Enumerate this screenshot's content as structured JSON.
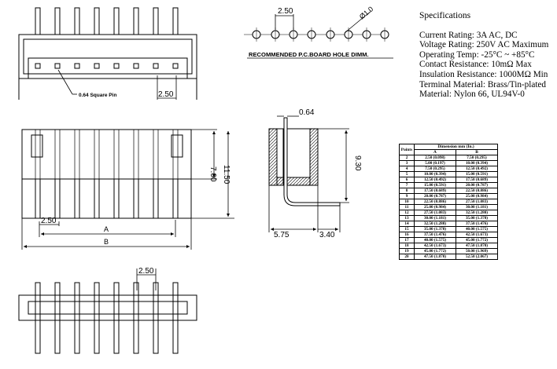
{
  "specifications": {
    "title": "Specifications",
    "lines": [
      "Current Rating: 3A AC, DC",
      "Voltage Rating: 250V AC Maximum",
      "Operating Temp: -25°C ~ +85°C",
      "Contact Resistance: 10mΩ Max",
      "Insulation Resistance: 1000MΩ  Min",
      "Terminal Material: Brass/Tin-plated",
      "Material: Nylon 66, UL94V-0"
    ]
  },
  "pcb": {
    "caption": "RECOMMENDED P.C.BOARD HOLE DIMM.",
    "pitch_label": "2.50",
    "hole_label": "Ø1.0"
  },
  "top_view": {
    "pin_label": "0.64 Square Pin",
    "pitch_label": "2.50"
  },
  "front_view": {
    "dim_700": "7.00",
    "dim_1150": "11.50",
    "dim_250": "2.50",
    "dim_a": "A",
    "dim_b": "B"
  },
  "side_view": {
    "dim_064": "0.64",
    "dim_930": "9.30",
    "dim_575": "5.75",
    "dim_340": "3.40"
  },
  "bottom_view": {
    "pitch_label": "2.50"
  },
  "dimension_table": {
    "header_points": "Points",
    "header_group": "Dimension mm (In.)",
    "header_a": "A",
    "header_b": "B",
    "rows": [
      [
        "2",
        "2.50 (0.098)",
        "7.50 (0.295)"
      ],
      [
        "3",
        "5.00 (0.197)",
        "10.00 (0.394)"
      ],
      [
        "4",
        "7.50 (0.295)",
        "12.50 (0.492)"
      ],
      [
        "5",
        "10.00 (0.394)",
        "15.00 (0.591)"
      ],
      [
        "6",
        "12.50 (0.492)",
        "17.50 (0.689)"
      ],
      [
        "7",
        "15.00 (0.591)",
        "20.00 (0.787)"
      ],
      [
        "8",
        "17.50 (0.689)",
        "22.50 (0.886)"
      ],
      [
        "9",
        "20.00 (0.787)",
        "25.00 (0.984)"
      ],
      [
        "10",
        "22.50 (0.886)",
        "27.50 (1.083)"
      ],
      [
        "11",
        "25.00 (0.984)",
        "30.00 (1.181)"
      ],
      [
        "12",
        "27.50 (1.083)",
        "32.50 (1.280)"
      ],
      [
        "13",
        "30.00 (1.181)",
        "35.00 (1.378)"
      ],
      [
        "14",
        "32.50 (1.280)",
        "37.50 (1.476)"
      ],
      [
        "15",
        "35.00 (1.378)",
        "40.00 (1.575)"
      ],
      [
        "16",
        "37.50 (1.476)",
        "42.50 (1.673)"
      ],
      [
        "17",
        "40.00 (1.575)",
        "45.00 (1.772)"
      ],
      [
        "18",
        "42.50 (1.673)",
        "47.50 (1.870)"
      ],
      [
        "19",
        "45.00 (1.772)",
        "50.00 (1.969)"
      ],
      [
        "20",
        "47.50 (1.870)",
        "52.50 (2.067)"
      ]
    ]
  }
}
